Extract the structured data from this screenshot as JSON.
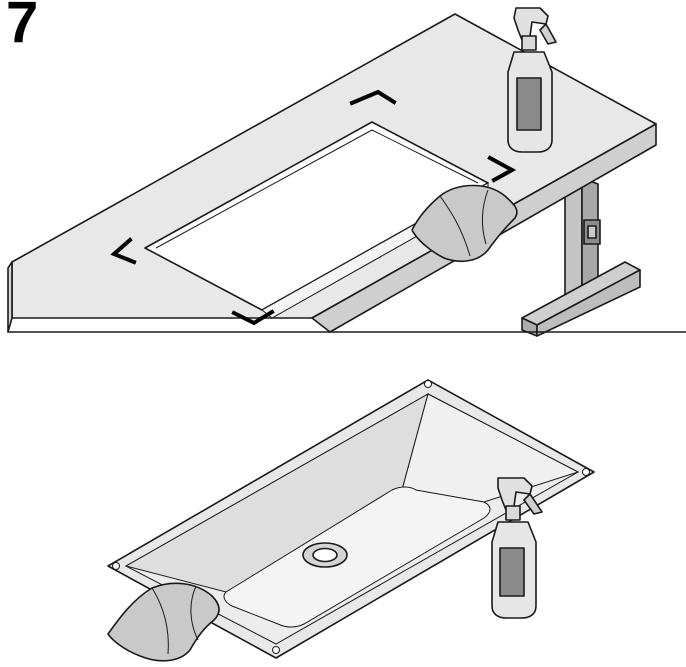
{
  "step": {
    "number": "7"
  },
  "colors": {
    "surface": "#e8e8e8",
    "surface_dark": "#cfcfcf",
    "frame": "#bdbdbd",
    "bottle_label": "#8a8a8a",
    "outline": "#1a1a1a"
  },
  "icons": {
    "top_scene": [
      "countertop",
      "cutout-corner-marks",
      "spray-bottle-icon",
      "cloth-icon",
      "table-frame"
    ],
    "bottom_scene": [
      "sink-basin",
      "drain-hole",
      "spray-bottle-icon",
      "cloth-icon"
    ]
  }
}
